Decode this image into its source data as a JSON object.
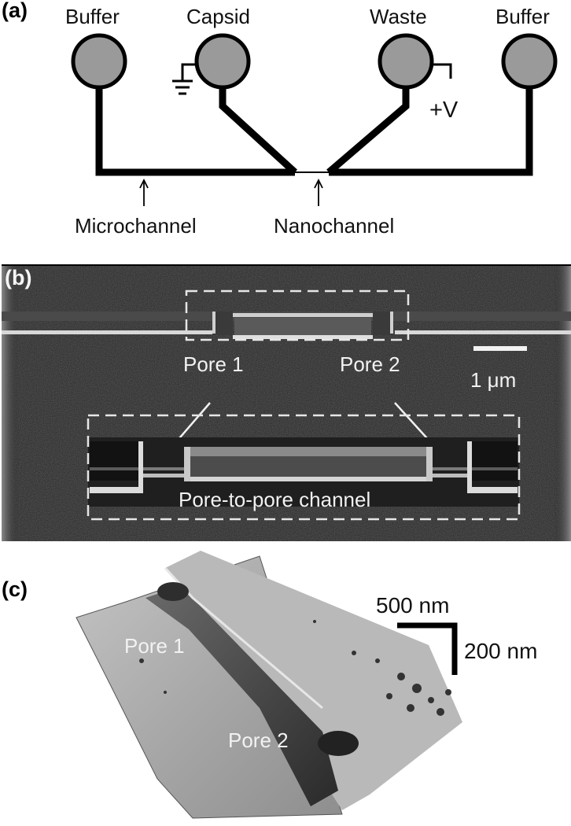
{
  "panel_a": {
    "label": "(a)",
    "reservoirs": [
      "Buffer",
      "Capsid",
      "Waste",
      "Buffer"
    ],
    "voltage": "+V",
    "microchannel_label": "Microchannel",
    "nanochannel_label": "Nanochannel"
  },
  "panel_b": {
    "label": "(b)",
    "pore1": "Pore 1",
    "pore2": "Pore 2",
    "scale": "1 μm",
    "channel": "Pore-to-pore channel"
  },
  "panel_c": {
    "label": "(c)",
    "pore1": "Pore 1",
    "pore2": "Pore 2",
    "scale_h": "500 nm",
    "scale_v": "200 nm"
  },
  "colors": {
    "reservoir_fill": "#9a9a9a",
    "sem_background": "#262626",
    "ink": "#000000"
  }
}
